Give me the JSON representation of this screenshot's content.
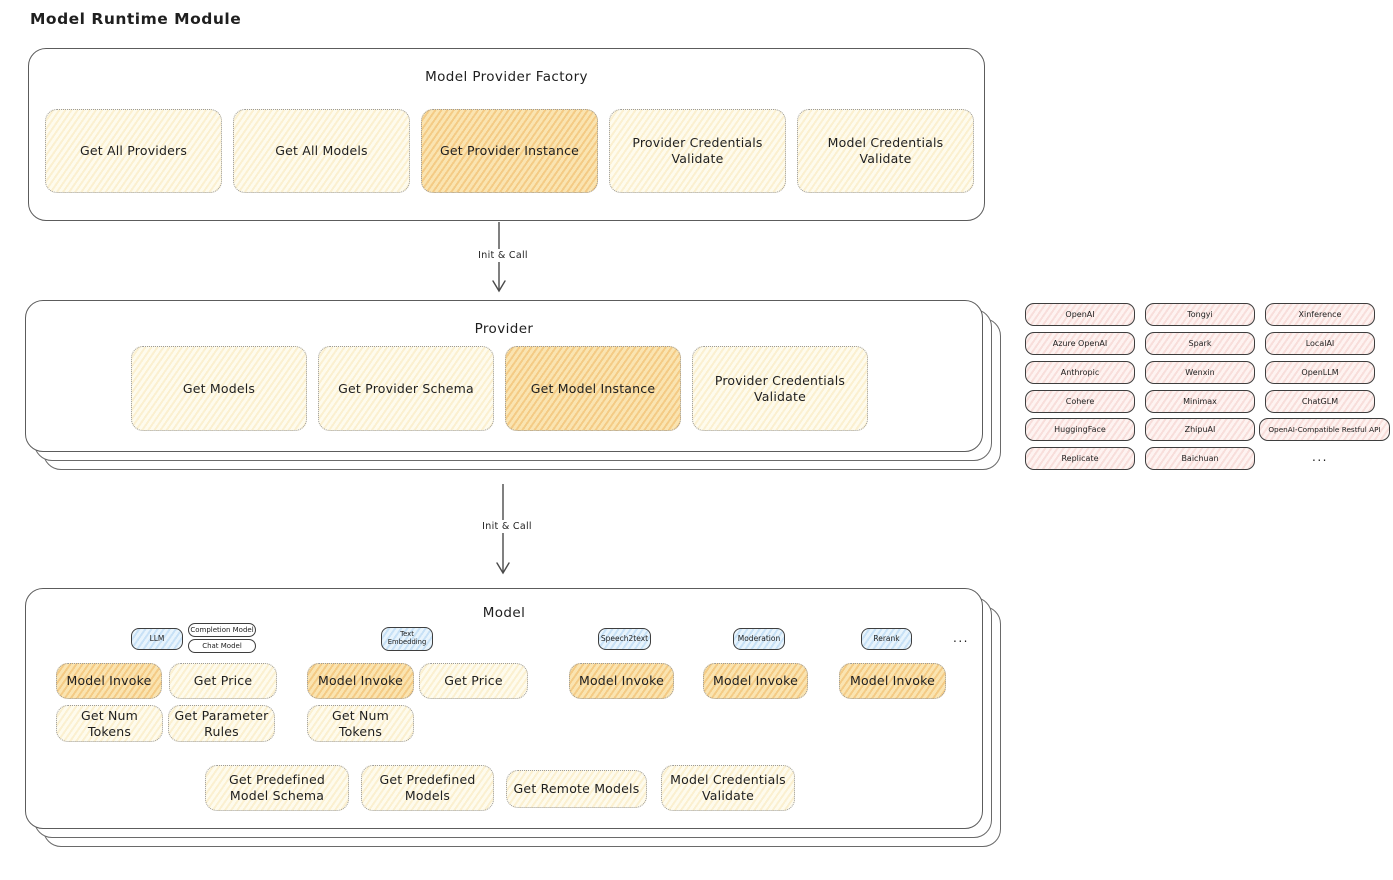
{
  "diagram_title": "Model Runtime Module",
  "arrow_label": "Init & Call",
  "factory": {
    "title": "Model Provider Factory",
    "boxes": [
      "Get All Providers",
      "Get All Models",
      "Get Provider Instance",
      "Provider Credentials Validate",
      "Model Credentials Validate"
    ]
  },
  "provider": {
    "title": "Provider",
    "boxes": [
      "Get Models",
      "Get Provider Schema",
      "Get Model Instance",
      "Provider Credentials Validate"
    ]
  },
  "providers_grid": {
    "col1": [
      "OpenAI",
      "Azure OpenAI",
      "Anthropic",
      "Cohere",
      "HuggingFace",
      "Replicate"
    ],
    "col2": [
      "Tongyi",
      "Spark",
      "Wenxin",
      "Minimax",
      "ZhipuAI",
      "Baichuan"
    ],
    "col3": [
      "Xinference",
      "LocalAI",
      "OpenLLM",
      "ChatGLM",
      "OpenAI-Compatible Restful API"
    ],
    "more": "..."
  },
  "model": {
    "title": "Model",
    "types": {
      "llm": "LLM",
      "completion": "Completion Model",
      "chat": "Chat Model",
      "text_embedding": "Text Embedding",
      "speech2text": "Speech2text",
      "moderation": "Moderation",
      "rerank": "Rerank",
      "more": "..."
    },
    "ops": {
      "model_invoke": "Model Invoke",
      "get_price": "Get Price",
      "get_num_tokens": "Get Num Tokens",
      "get_parameter_rules": "Get Parameter Rules"
    },
    "common_ops": [
      "Get Predefined Model Schema",
      "Get Predefined Models",
      "Get Remote Models",
      "Model Credentials Validate"
    ]
  },
  "colors": {
    "highlight_fill": "#f8e0ae",
    "pale_fill": "#fdf7e2",
    "pink_fill": "#fcf0ee",
    "blue_fill": "#e2f0fb",
    "panel_border": "#5c5c5c",
    "dotted_border": "#9b9b9b",
    "text": "#1f1f1f"
  }
}
